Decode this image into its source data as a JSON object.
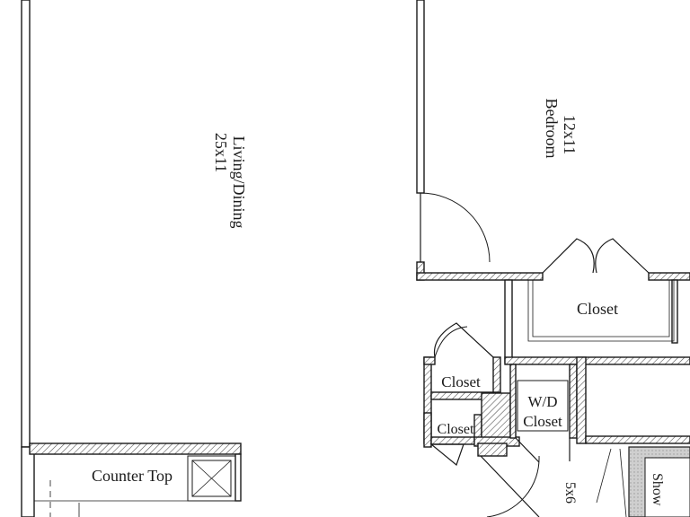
{
  "rooms": {
    "living_name": "Living/Dining",
    "living_size": "25x11",
    "bedroom_name": "Bedroom",
    "bedroom_size": "12x11",
    "counter": "Counter Top",
    "closet_bedroom": "Closet",
    "closet_hall": "Closet",
    "closet_small": "Closet",
    "wd_line1": "W/D",
    "wd_line2": "Closet",
    "bath_size": "5x6",
    "shower_partial": "Show"
  },
  "colors": {
    "line": "#1a1a1a",
    "background": "#ffffff",
    "hatch": "#555555",
    "shower_fill": "#cfcfcf"
  }
}
